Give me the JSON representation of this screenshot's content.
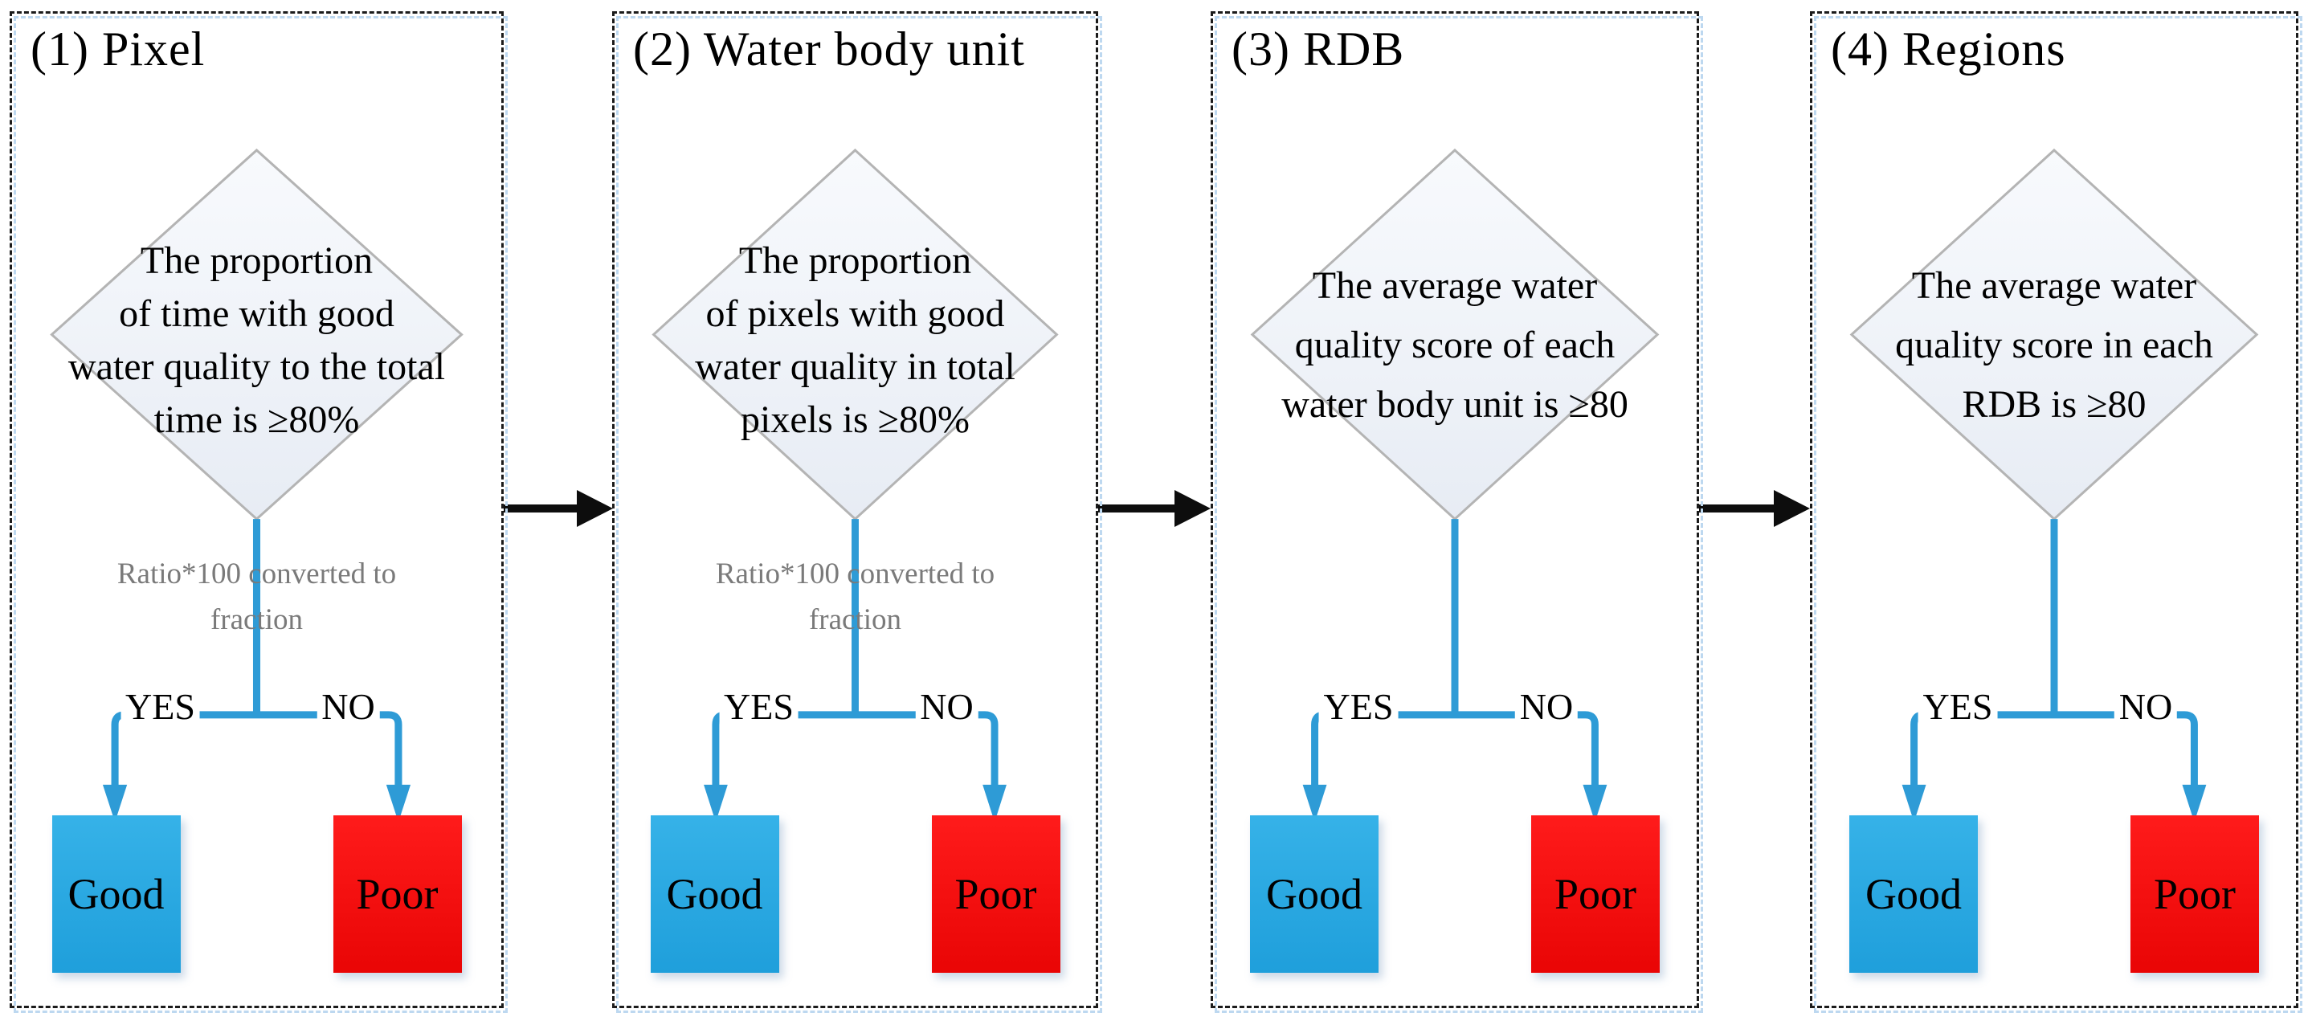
{
  "figure": {
    "description": "Four-stage water quality classification flowchart",
    "yes_no_threshold_percent": 80
  },
  "colors": {
    "flow_line_blue": "#2e9bd6",
    "good_box_blue": "#29abe2",
    "poor_box_red": "#ee0b0b",
    "diamond_fill_top": "#f8fafd",
    "diamond_fill_bottom": "#e7ecf4",
    "diamond_stroke": "#b4b4b4",
    "edge_note_gray": "#7a7a7a",
    "panel_border_black": "#1b1b1b",
    "panel_border_echo_blue": "#bdd8f0",
    "arrow_black": "#0d0d0d"
  },
  "panels": [
    {
      "title": "(1) Pixel",
      "diamond_lines": [
        "The proportion",
        "of time with good",
        "water quality to the total",
        "time is ≥80%"
      ],
      "edge_note_lines": [
        "Ratio*100 converted to",
        "fraction"
      ],
      "yes_label": "YES",
      "no_label": "NO",
      "good_label": "Good",
      "poor_label": "Poor"
    },
    {
      "title": "(2) Water body unit",
      "diamond_lines": [
        "The proportion",
        "of pixels with good",
        "water quality in total",
        "pixels is  ≥80%"
      ],
      "edge_note_lines": [
        "Ratio*100 converted to",
        "fraction"
      ],
      "yes_label": "YES",
      "no_label": "NO",
      "good_label": "Good",
      "poor_label": "Poor"
    },
    {
      "title": "(3) RDB",
      "diamond_lines": [
        "The average water",
        "quality score of each",
        "water body unit is  ≥80"
      ],
      "edge_note_lines": [],
      "yes_label": "YES",
      "no_label": "NO",
      "good_label": "Good",
      "poor_label": "Poor"
    },
    {
      "title": "(4) Regions",
      "diamond_lines": [
        "The average water",
        "quality score in each",
        "RDB is  ≥80"
      ],
      "edge_note_lines": [],
      "yes_label": "YES",
      "no_label": "NO",
      "good_label": "Good",
      "poor_label": "Poor"
    }
  ]
}
